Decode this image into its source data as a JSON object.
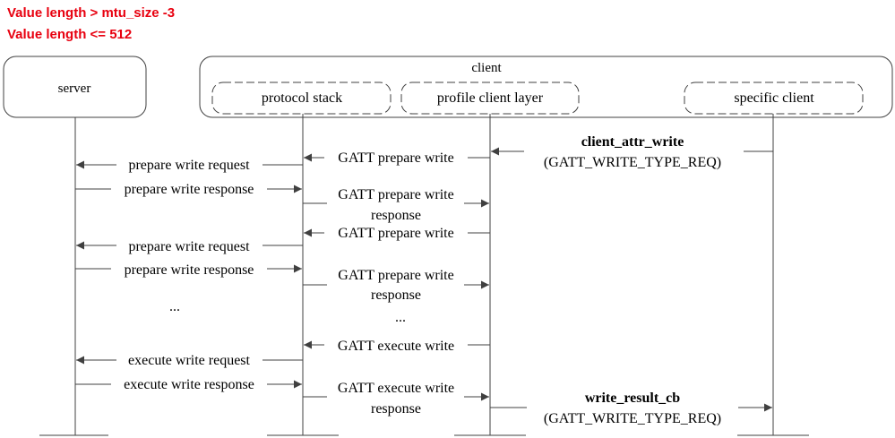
{
  "notes": [
    "Value length > mtu_size -3",
    "Value length <= 512"
  ],
  "note_color": "#e8000f",
  "participants": {
    "server": "server",
    "client_group": "client",
    "protocol_stack": "protocol stack",
    "profile_client_layer": "profile client layer",
    "specific_client": "specific client"
  },
  "messages": [
    {
      "label": "client_attr_write",
      "bold": true
    },
    {
      "label": "(GATT_WRITE_TYPE_REQ)"
    },
    {
      "label": "GATT prepare write"
    },
    {
      "label": "prepare write request"
    },
    {
      "label": "prepare write response"
    },
    {
      "label": "GATT prepare write"
    },
    {
      "label": "response"
    },
    {
      "label": "GATT prepare write"
    },
    {
      "label": "prepare write request"
    },
    {
      "label": "prepare write response"
    },
    {
      "label": "GATT prepare write"
    },
    {
      "label": "response"
    },
    {
      "label": "..."
    },
    {
      "label": "..."
    },
    {
      "label": "GATT execute write"
    },
    {
      "label": "execute write request"
    },
    {
      "label": "execute write response"
    },
    {
      "label": "GATT execute write"
    },
    {
      "label": "response"
    },
    {
      "label": "write_result_cb",
      "bold": true
    },
    {
      "label": "(GATT_WRITE_TYPE_REQ)"
    }
  ],
  "line_color": "#404040"
}
